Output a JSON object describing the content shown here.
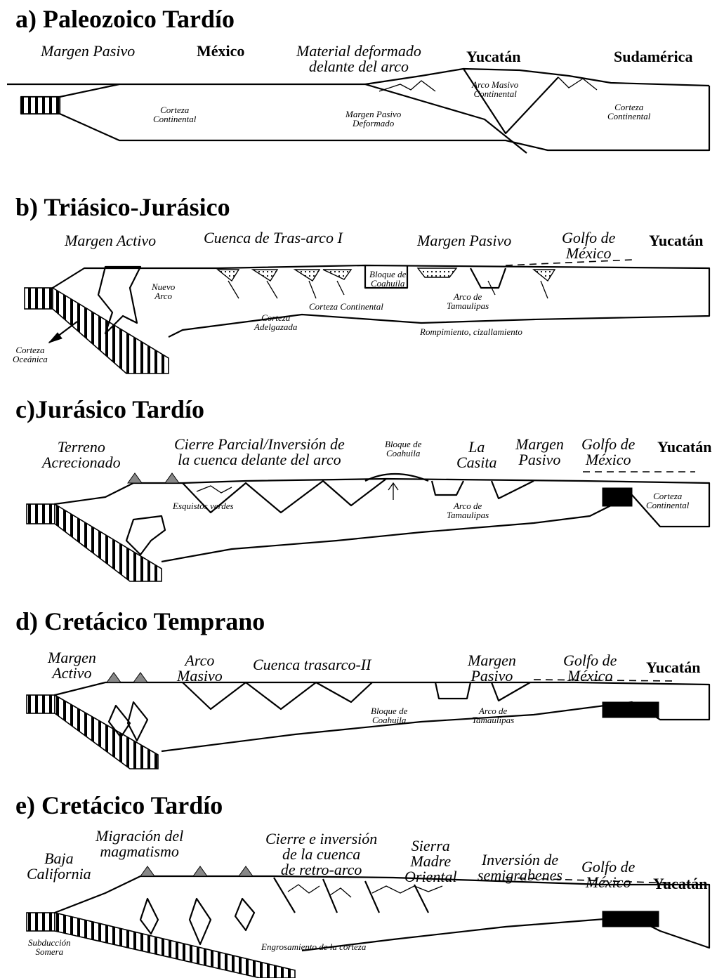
{
  "panels": [
    {
      "title": "a) Paleozoico Tardío",
      "labels": {
        "margen_pasivo": "Margen Pasivo",
        "mexico": "México",
        "material_deformado": "Material deformado\ndelante del arco",
        "yucatan": "Yucatán",
        "sudamerica": "Sudamérica",
        "arco_masivo": "Arco Masivo\nContinental",
        "corteza_continental_1": "Corteza\nContinental",
        "margen_pasivo_deformado": "Margen Pasivo\nDeformado",
        "corteza_continental_2": "Corteza\nContinental"
      }
    },
    {
      "title": "b) Triásico-Jurásico",
      "labels": {
        "margen_activo": "Margen Activo",
        "cuenca_tras_arco": "Cuenca de Tras-arco I",
        "margen_pasivo": "Margen Pasivo",
        "golfo_mexico": "Golfo de\nMéxico",
        "yucatan": "Yucatán",
        "nuevo_arco": "Nuevo\nArco",
        "bloque_coahuila": "Bloque de\nCoahuila",
        "corteza_continental": "Corteza Continental",
        "arco_tamaulipas": "Arco de\nTamaulipas",
        "corteza_adelgazada": "Corteza\nAdelgazada",
        "rompimiento": "Rompimiento, cizallamiento",
        "corteza_oceanica": "Corteza\nOceánica"
      }
    },
    {
      "title": "c)Jurásico Tardío",
      "labels": {
        "terreno_acrecionado": "Terreno\nAcrecionado",
        "cierre_parcial": "Cierre Parcial/Inversión de\nla cuenca delante del arco",
        "bloque_coahuila": "Bloque de\nCoahuila",
        "la_casita": "La\nCasita",
        "margen_pasivo": "Margen\nPasivo",
        "golfo_mexico": "Golfo de\nMéxico",
        "yucatan": "Yucatán",
        "esquistos_verdes": "Esquistos verdes",
        "arco_tamaulipas": "Arco de\nTamaulipas",
        "corteza_continental": "Corteza\nContinental"
      }
    },
    {
      "title": "d) Cretácico Temprano",
      "labels": {
        "margen_activo": "Margen\nActivo",
        "arco_masivo": "Arco\nMasivo",
        "cuenca_trasarco": "Cuenca trasarco-II",
        "margen_pasivo": "Margen\nPasivo",
        "golfo_mexico": "Golfo de\nMéxico",
        "yucatan": "Yucatán",
        "bloque_coahuila": "Bloque de\nCoahuila",
        "arco_tamaulipas": "Arco de\nTamaulipas"
      }
    },
    {
      "title": "e) Cretácico Tardío",
      "labels": {
        "migracion": "Migración del\nmagmatismo",
        "cierre_inversion": "Cierre e inversión\nde la cuenca\nde retro-arco",
        "sierra_madre": "Sierra\nMadre\nOriental",
        "inversion_semigrabenes": "Inversión de\nsemigrabenes",
        "golfo_mexico": "Golfo de\nMéxico",
        "yucatan": "Yucatán",
        "baja_california": "Baja\nCalifornia",
        "subduccion_somera": "Subducción\nSomera",
        "engrosamiento": "Engrosamiento de la corteza"
      }
    }
  ]
}
